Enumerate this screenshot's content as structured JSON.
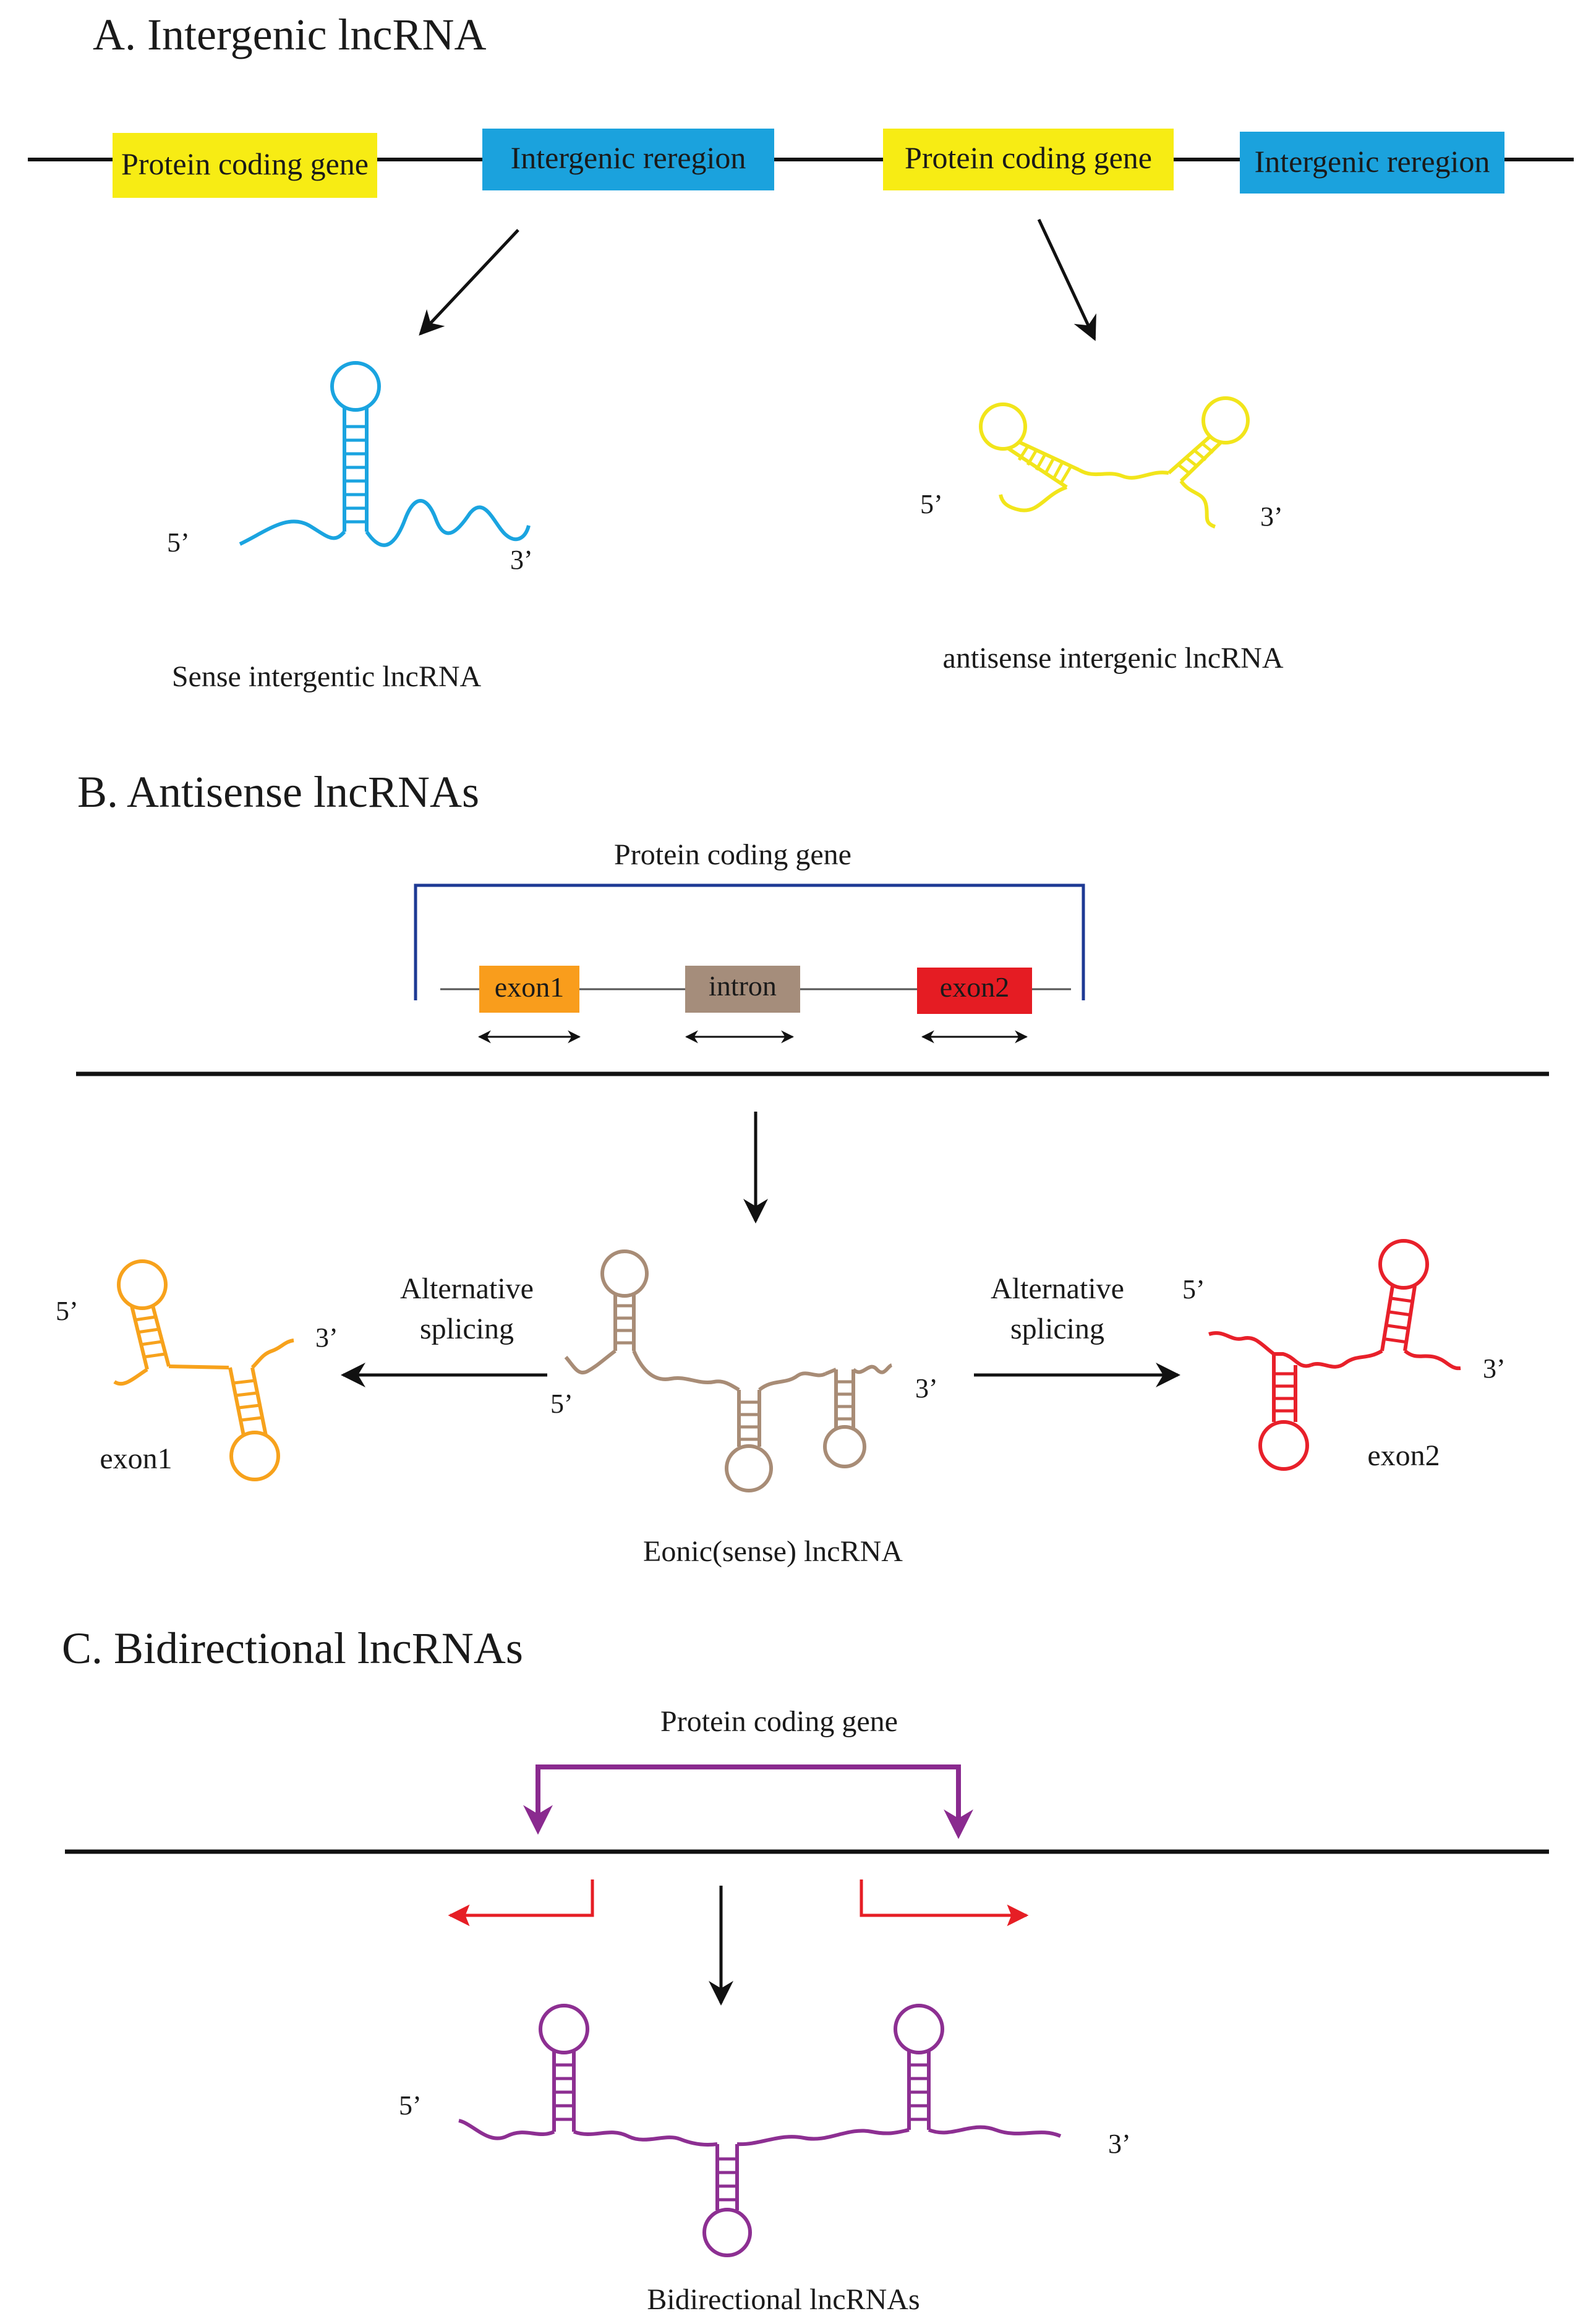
{
  "colors": {
    "yellow": "#f7ec14",
    "blue": "#1ba2dd",
    "orange": "#f99d1c",
    "brown": "#a58d7b",
    "red": "#e51c23",
    "navy": "#1e3a94",
    "purple": "#8a2a8f",
    "arrow_red": "#e61e25",
    "rna_blue": "#1aa4e0",
    "rna_yellow": "#f2e51b",
    "rna_brown": "#a88c76",
    "rna_red": "#e8202a",
    "rna_orange": "#f7a21c",
    "rna_purple": "#8d2f92"
  },
  "sectionA": {
    "title": "A. Intergenic lncRNA",
    "box1": "Protein coding gene",
    "box2": "Intergenic reregion",
    "box3": "Protein coding gene",
    "box4": "Intergenic reregion",
    "left_rna": {
      "five": "5’",
      "three": "3’",
      "caption": "Sense intergentic lncRNA"
    },
    "right_rna": {
      "five": "5’",
      "three": "3’",
      "caption": "antisense intergenic  lncRNA"
    }
  },
  "sectionB": {
    "title": "B. Antisense  lncRNAs",
    "gene_label": "Protein coding gene",
    "exon1": "exon1",
    "intron": "intron",
    "exon2": "exon2",
    "splice_left": {
      "line1": "Alternative",
      "line2": "splicing"
    },
    "splice_right": {
      "line1": "Alternative",
      "line2": "splicing"
    },
    "left_rna": {
      "five": "5’",
      "three": "3’",
      "caption": "exon1"
    },
    "center_rna": {
      "five": "5’",
      "three": "3’",
      "caption": "Eonic(sense)  lncRNA"
    },
    "right_rna": {
      "five": "5’",
      "three": "3’",
      "caption": "exon2"
    }
  },
  "sectionC": {
    "title": "C. Bidirectional lncRNAs",
    "gene_label": "Protein    coding    gene",
    "rna": {
      "five": "5’",
      "three": "3’",
      "caption": "Bidirectional lncRNAs"
    }
  }
}
